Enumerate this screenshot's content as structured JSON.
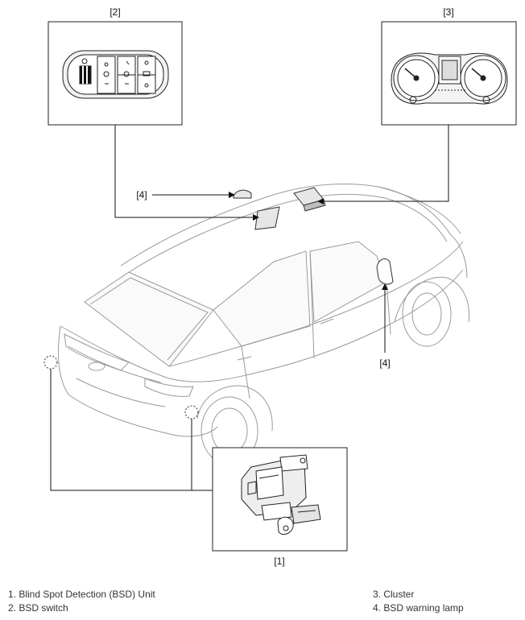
{
  "callouts": {
    "c2": "[2]",
    "c3": "[3]",
    "c4_top": "[4]",
    "c4_right": "[4]",
    "c1": "[1]"
  },
  "legend": {
    "items": [
      "1. Blind Spot Detection (BSD) Unit",
      "2. BSD switch",
      "3. Cluster",
      "4. BSD warning lamp"
    ]
  },
  "icons": {
    "car": "car-outline-icon",
    "switch": "bsd-switch-panel-icon",
    "cluster": "instrument-cluster-icon",
    "sensor": "bsd-sensor-unit-icon"
  }
}
